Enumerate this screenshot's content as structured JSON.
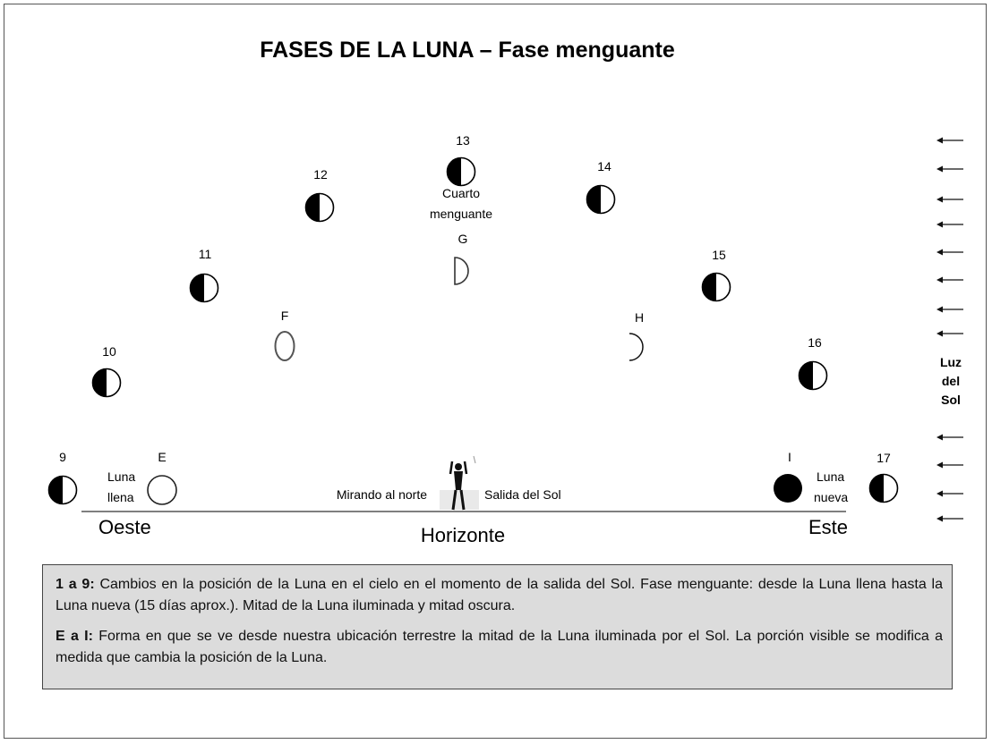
{
  "title": "FASES DE LA LUNA – Fase menguante",
  "positions": [
    {
      "num": "9",
      "phase": "half"
    },
    {
      "num": "10",
      "phase": "half"
    },
    {
      "num": "11",
      "phase": "half"
    },
    {
      "num": "12",
      "phase": "half"
    },
    {
      "num": "13",
      "phase": "half"
    },
    {
      "num": "14",
      "phase": "half"
    },
    {
      "num": "15",
      "phase": "half"
    },
    {
      "num": "16",
      "phase": "half"
    },
    {
      "num": "17",
      "phase": "half"
    }
  ],
  "views": [
    {
      "letter": "E",
      "shape": "full"
    },
    {
      "letter": "F",
      "shape": "gibbous"
    },
    {
      "letter": "G",
      "shape": "quarter"
    },
    {
      "letter": "H",
      "shape": "crescent"
    },
    {
      "letter": "I",
      "shape": "new"
    }
  ],
  "labels": {
    "cuarto_line1": "Cuarto",
    "cuarto_line2": "menguante",
    "luna_llena_line1": "Luna",
    "luna_llena_line2": "llena",
    "luna_nueva_line1": "Luna",
    "luna_nueva_line2": "nueva",
    "mirando": "Mirando al norte",
    "salida": "Salida del Sol",
    "oeste": "Oeste",
    "horizonte": "Horizonte",
    "este": "Este",
    "luz1": "Luz",
    "luz2": "del",
    "luz3": "Sol"
  },
  "sunlight_arrow_count": 12,
  "notes": {
    "p1_bold": "1 a 9:",
    "p1_text": " Cambios en la posición de la Luna en el cielo en el momento de la salida del Sol. Fase menguante: desde la Luna llena hasta la Luna nueva (15 días aprox.). Mitad de la Luna iluminada y mitad oscura.",
    "p2_bold": "E a I:",
    "p2_text": " Forma en que se ve desde nuestra ubicación terrestre la mitad de la Luna iluminada por el Sol. La porción visible se modifica a medida que cambia la posición de la Luna."
  },
  "colors": {
    "dark": "#000000",
    "light": "#ffffff",
    "box": "#dcdcdc"
  }
}
